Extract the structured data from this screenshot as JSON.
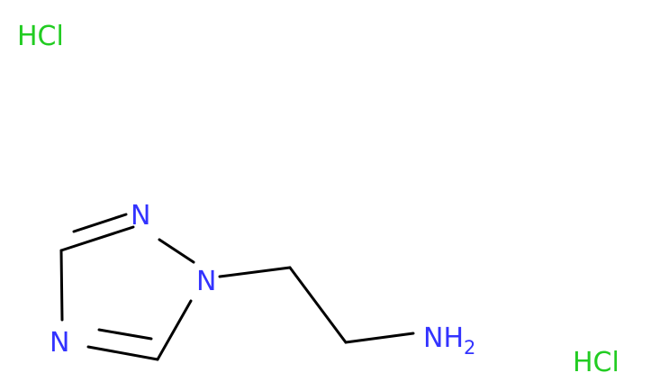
{
  "molecule": {
    "salts": [
      {
        "label": "HCl"
      },
      {
        "label": "HCl"
      }
    ],
    "atoms": {
      "n1": "N",
      "n2": "N",
      "n4": "N",
      "amine": "NH",
      "amine_subscript": "2"
    }
  },
  "colors": {
    "bond": "#000000",
    "nitrogen": "#3333ff",
    "chlorine": "#22cc22"
  }
}
